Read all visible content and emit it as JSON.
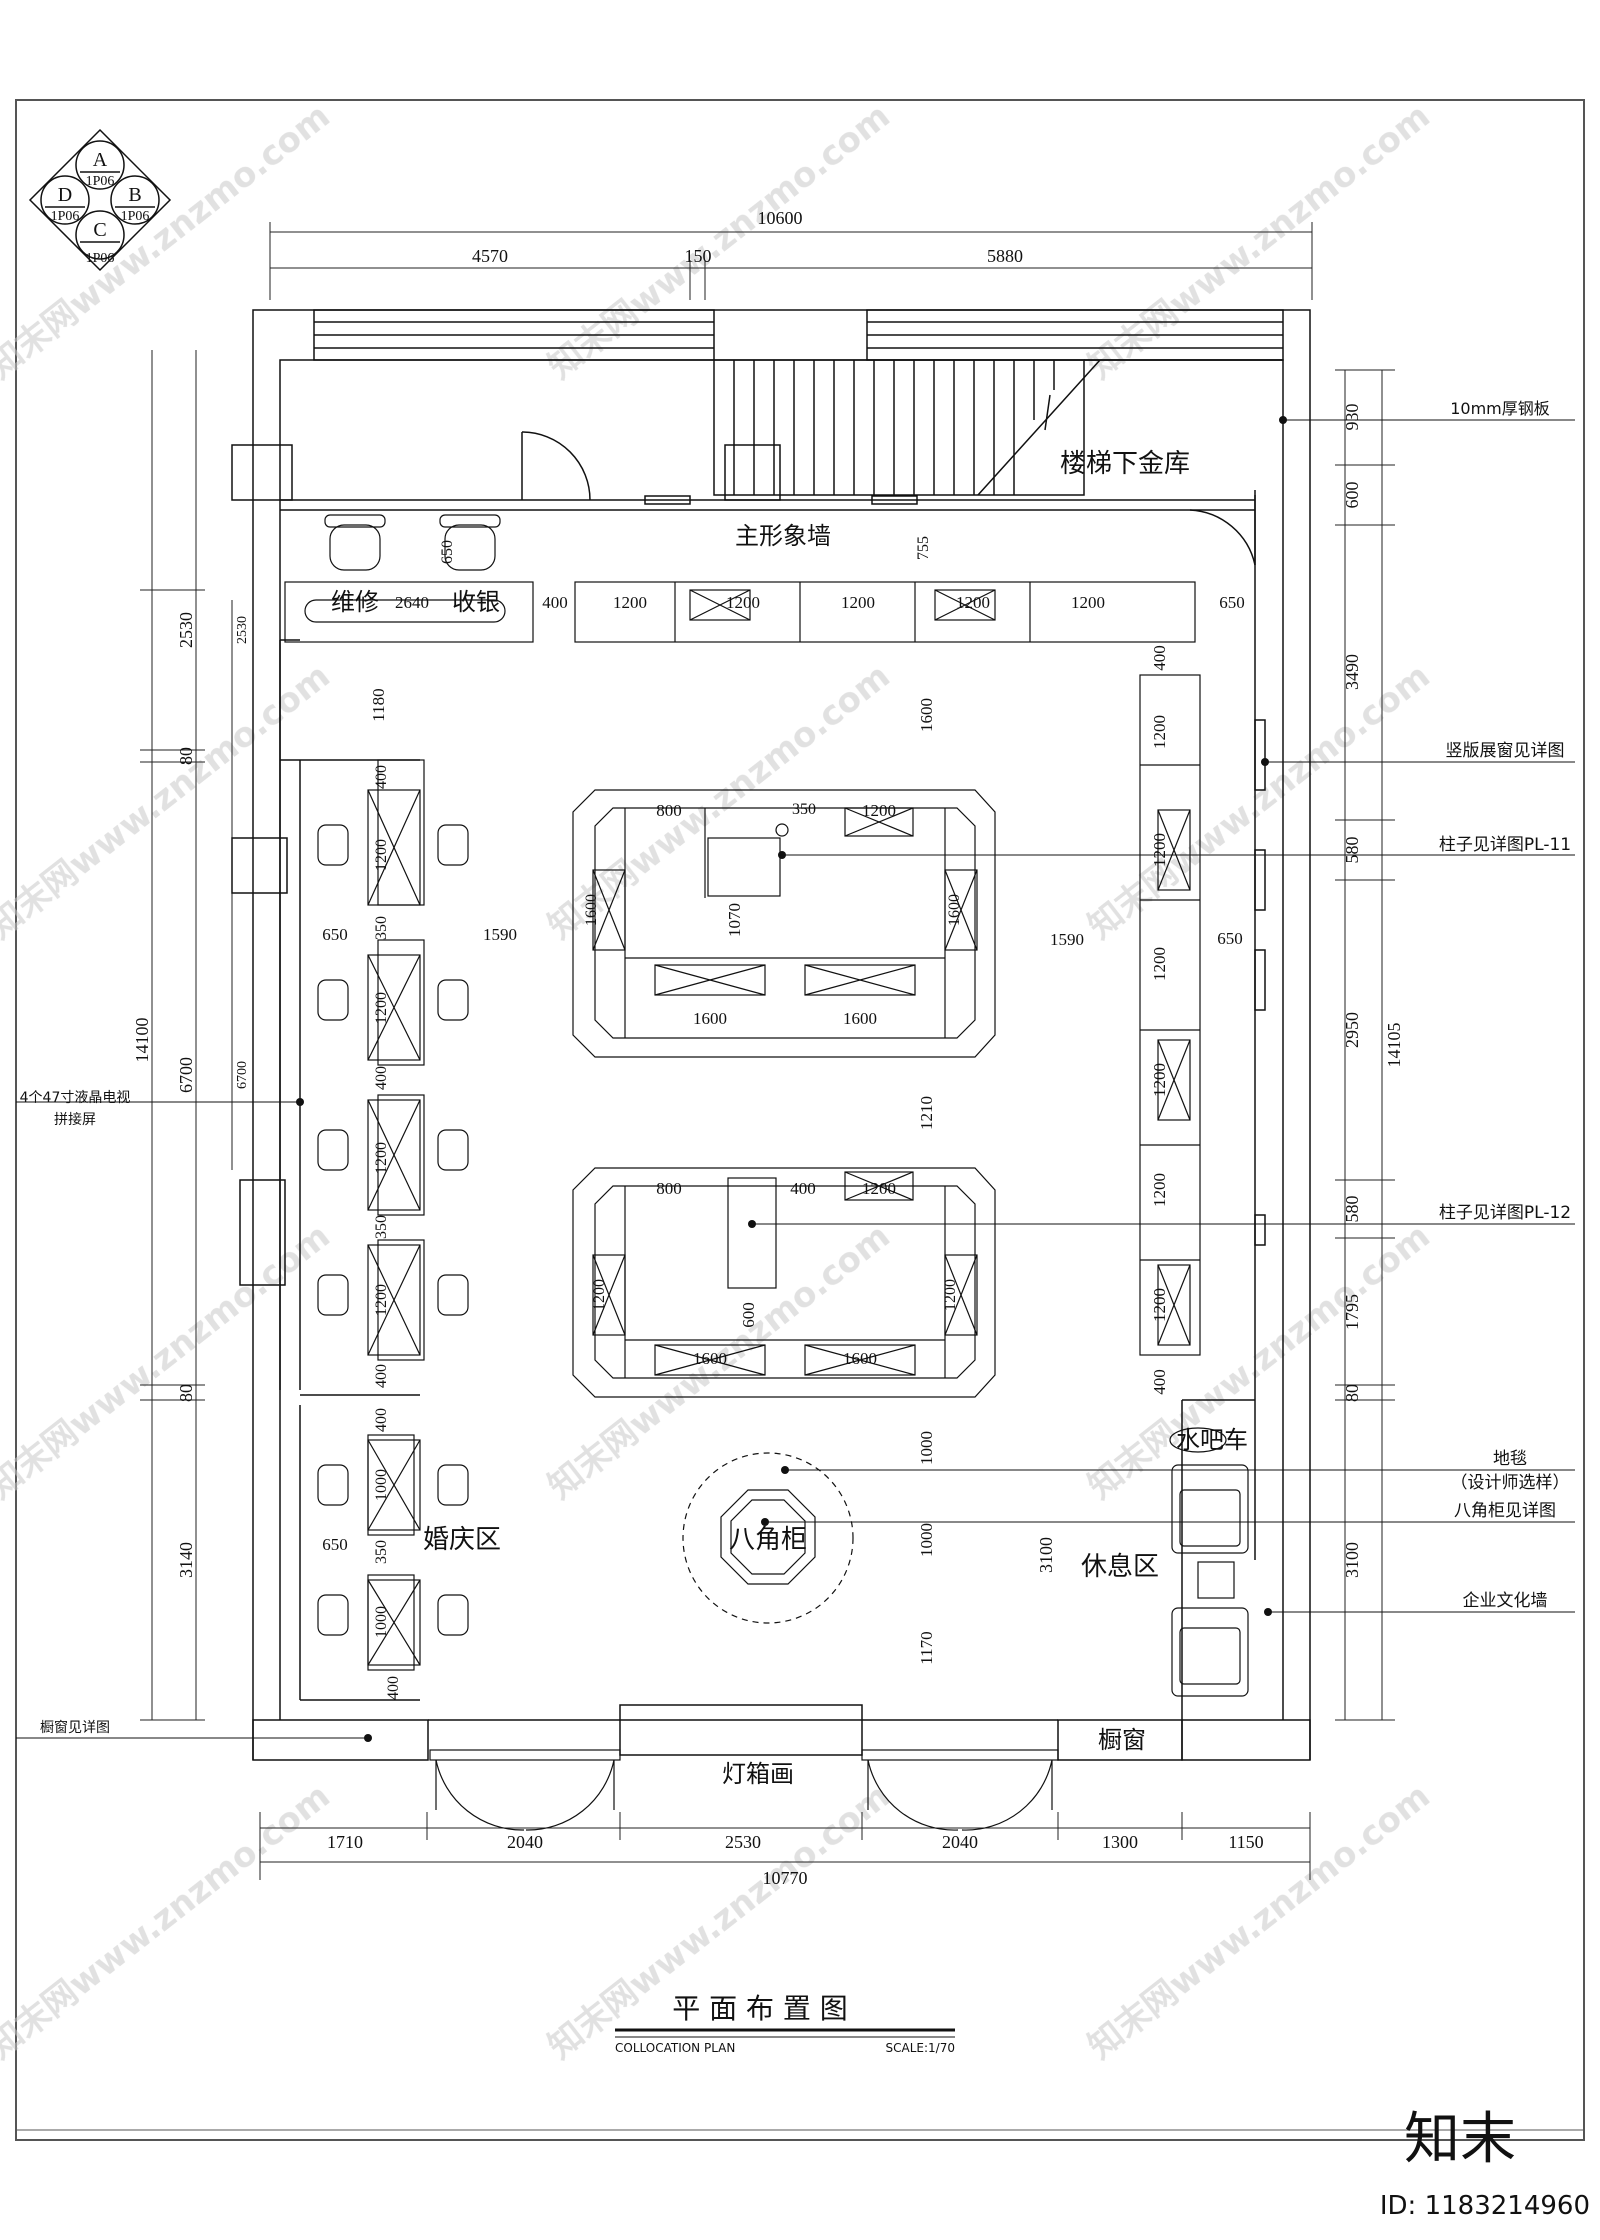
{
  "drawing": {
    "title": "平 面 布 置 图",
    "subtitle": "COLLOCATION PLAN",
    "scale": "SCALE:1/70",
    "logo_text": "知末",
    "id_text": "ID: 1183214960",
    "watermark": "知末网www.znzmo.com"
  },
  "section_marker": {
    "top": "A",
    "right": "B",
    "bottom": "C",
    "left": "D",
    "code": "1P06"
  },
  "dimensions": {
    "top_total": "10600",
    "top_parts": [
      "4570",
      "150",
      "5880"
    ],
    "bottom_total": "10770",
    "bottom_parts": [
      "1710",
      "2040",
      "2530",
      "2040",
      "1300",
      "1150"
    ],
    "left_total": "14100",
    "left_parts": [
      "2530",
      "80",
      "6700",
      "80",
      "3140"
    ],
    "left_inner": [
      "2530",
      "6700"
    ],
    "right_total": "14105",
    "right_parts": [
      "930",
      "600",
      "3490",
      "580",
      "2950",
      "580",
      "1795",
      "80",
      "3100"
    ]
  },
  "rooms": {
    "stair": "楼梯下金库",
    "image_wall": "主形象墙",
    "repair": "维修",
    "cashier": "收银",
    "wedding": "婚庆区",
    "lounge": "休息区",
    "bar": "水吧车",
    "octagon": "八角柜",
    "lightbox": "灯箱画",
    "shop_window": "橱窗"
  },
  "annotations": {
    "steel": "10mm厚钢板",
    "vertical_window": "竖版展窗见详图",
    "pillar1": "柱子见详图PL-11",
    "pillar2": "柱子见详图PL-12",
    "carpet": "地毯",
    "carpet_note": "（设计师选样）",
    "octagon_detail": "八角柜见详图",
    "culture_wall": "企业文化墙",
    "tv_line1": "4个47寸液晶电视",
    "tv_line2": "拼接屏",
    "window_detail": "橱窗见详图"
  },
  "counter_dims": {
    "top_row": [
      "2640",
      "400",
      "1200",
      "1200",
      "1200",
      "1200",
      "1200",
      "650"
    ],
    "misc": [
      "650",
      "755",
      "1180",
      "1600",
      "1070",
      "1590",
      "1590",
      "650",
      "350",
      "800",
      "1210",
      "800",
      "400",
      "600",
      "1000",
      "1000",
      "1170",
      "3100",
      "400",
      "350"
    ],
    "island1": [
      "1200",
      "1600",
      "1600",
      "1600",
      "1600"
    ],
    "island2": [
      "1200",
      "1200",
      "1200",
      "1600",
      "1600"
    ],
    "right_col": [
      "400",
      "1200",
      "1200",
      "1200",
      "1200",
      "1200",
      "1200",
      "400"
    ],
    "left_col": [
      "400",
      "1200",
      "350",
      "1200",
      "400",
      "1200",
      "350",
      "1200",
      "400",
      "400",
      "1000",
      "350",
      "1000",
      "400"
    ],
    "left_650": [
      "650",
      "650"
    ]
  }
}
